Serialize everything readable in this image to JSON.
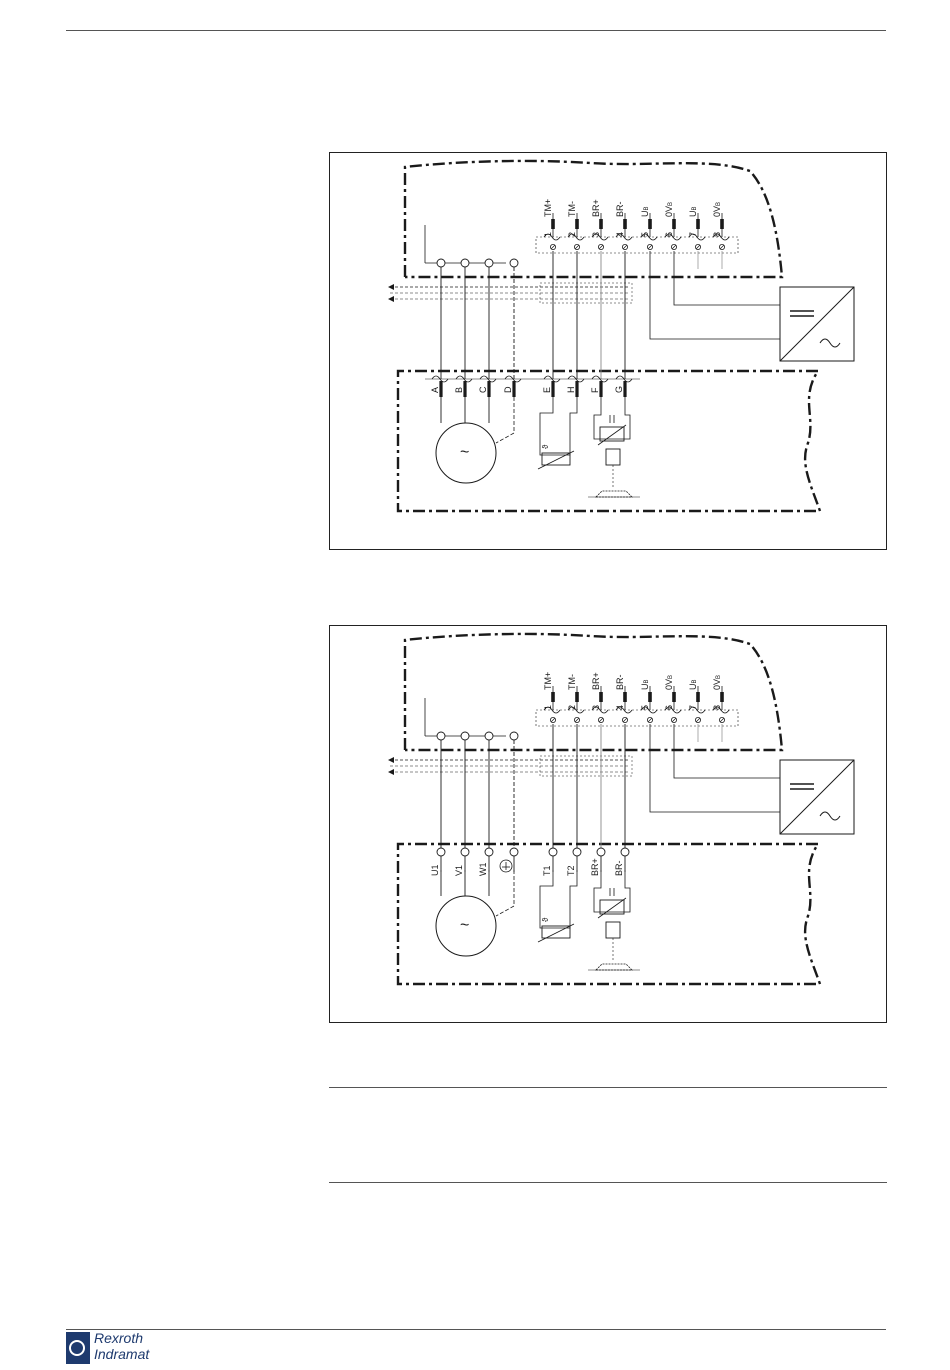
{
  "figures": [
    {
      "id": "top",
      "top_pins": [
        {
          "num": "1",
          "label": "TM+"
        },
        {
          "num": "2",
          "label": "TM-"
        },
        {
          "num": "3",
          "label": "BR+"
        },
        {
          "num": "4",
          "label": "BR-"
        },
        {
          "num": "5",
          "label": "U",
          "sub": "B"
        },
        {
          "num": "6",
          "label": "0V",
          "sub": "B"
        },
        {
          "num": "7",
          "label": "U",
          "sub": "B"
        },
        {
          "num": "8",
          "label": "0V",
          "sub": "B"
        }
      ],
      "motor_pins": [
        "A",
        "B",
        "C",
        "D",
        "E",
        "H",
        "F",
        "G"
      ]
    },
    {
      "id": "bottom",
      "top_pins": [
        {
          "num": "1",
          "label": "TM+"
        },
        {
          "num": "2",
          "label": "TM-"
        },
        {
          "num": "3",
          "label": "BR+"
        },
        {
          "num": "4",
          "label": "BR-"
        },
        {
          "num": "5",
          "label": "U",
          "sub": "B"
        },
        {
          "num": "6",
          "label": "0V",
          "sub": "B"
        },
        {
          "num": "7",
          "label": "U",
          "sub": "B"
        },
        {
          "num": "8",
          "label": "0V",
          "sub": "B"
        }
      ],
      "motor_pins": [
        "U1",
        "V1",
        "W1",
        "",
        "T1",
        "T2",
        "BR+",
        "BR-"
      ]
    }
  ],
  "motor_symbol": "~",
  "thermistor_label": "ϑ",
  "logo": {
    "line1": "Rexroth",
    "line2": "Indramat"
  }
}
